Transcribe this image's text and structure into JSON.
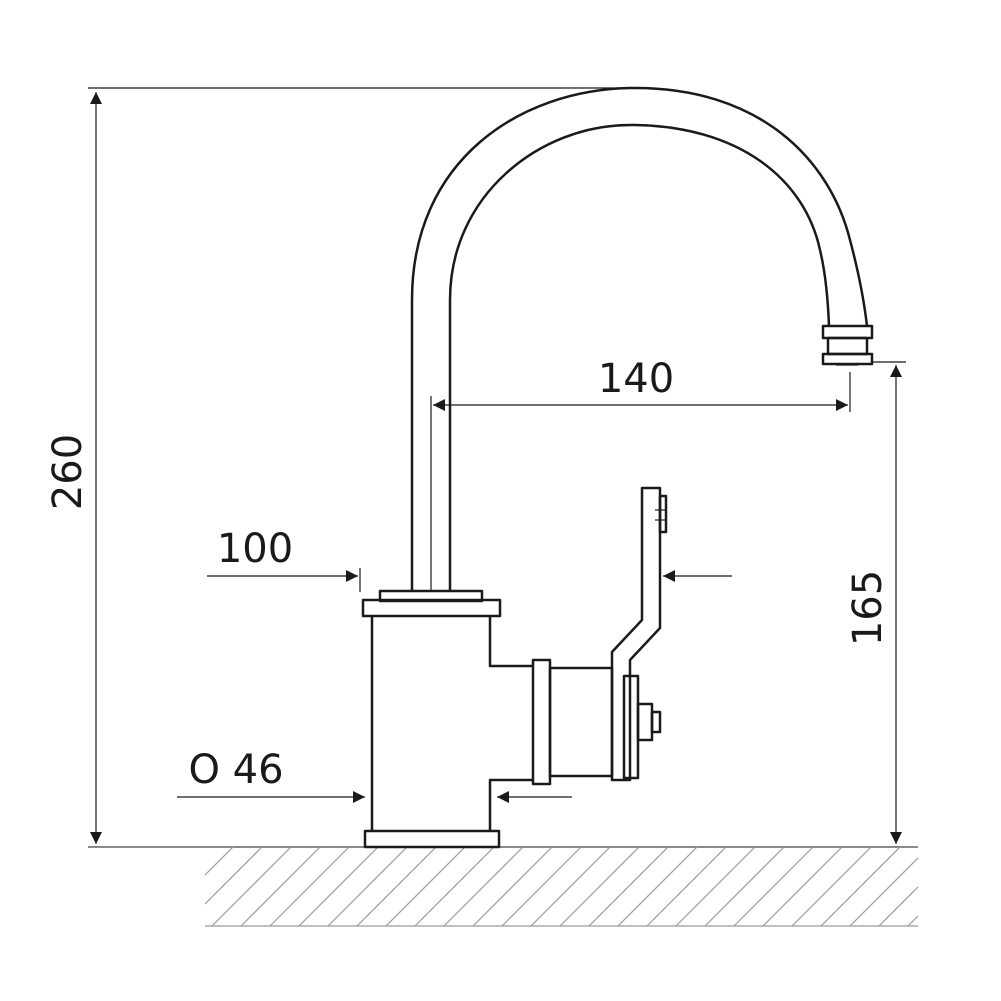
{
  "dimensions": {
    "total_height": "260",
    "spout_reach": "140",
    "spout_height": "165",
    "handle_clearance": "100",
    "body_diameter": "O 46"
  }
}
